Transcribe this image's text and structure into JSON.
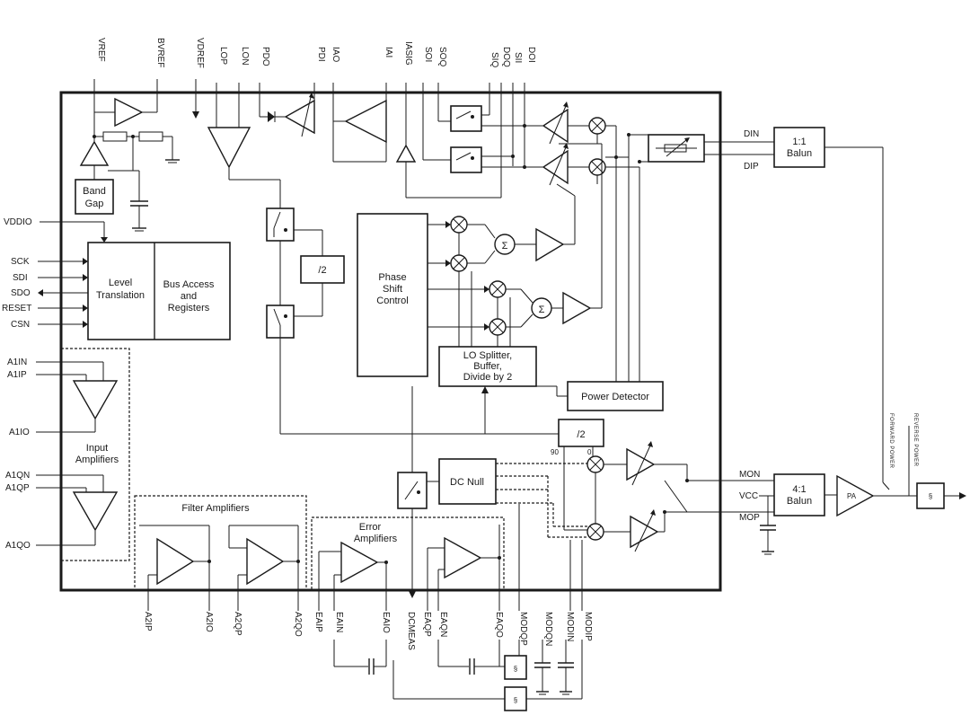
{
  "pins": {
    "top": [
      {
        "id": "vref",
        "label": "VREF"
      },
      {
        "id": "bvref",
        "label": "BVREF"
      },
      {
        "id": "vdref",
        "label": "VDREF"
      },
      {
        "id": "lop",
        "label": "LOP"
      },
      {
        "id": "lon",
        "label": "LON"
      },
      {
        "id": "pdo",
        "label": "PDO"
      },
      {
        "id": "pdi",
        "label": "PDI"
      },
      {
        "id": "iao",
        "label": "IAO"
      },
      {
        "id": "iai",
        "label": "IAI"
      },
      {
        "id": "iasig",
        "label": "IASIG"
      },
      {
        "id": "soi",
        "label": "SOI"
      },
      {
        "id": "soq",
        "label": "SOQ"
      },
      {
        "id": "siq",
        "label": "SIQ"
      },
      {
        "id": "doq",
        "label": "DOQ"
      },
      {
        "id": "sii",
        "label": "SII"
      },
      {
        "id": "doi",
        "label": "DOI"
      }
    ],
    "left": [
      {
        "id": "vddio",
        "label": "VDDIO"
      },
      {
        "id": "sck",
        "label": "SCK"
      },
      {
        "id": "sdi",
        "label": "SDI"
      },
      {
        "id": "sdo",
        "label": "SDO"
      },
      {
        "id": "reset",
        "label": "RESET"
      },
      {
        "id": "csn",
        "label": "CSN"
      },
      {
        "id": "a1in",
        "label": "A1IN"
      },
      {
        "id": "a1ip",
        "label": "A1IP"
      },
      {
        "id": "a1io",
        "label": "A1IO"
      },
      {
        "id": "a1qn",
        "label": "A1QN"
      },
      {
        "id": "a1qp",
        "label": "A1QP"
      },
      {
        "id": "a1qo",
        "label": "A1QO"
      }
    ],
    "bottom": [
      {
        "id": "a2ip",
        "label": "A2IP"
      },
      {
        "id": "a2io",
        "label": "A2IO"
      },
      {
        "id": "a2qp",
        "label": "A2QP"
      },
      {
        "id": "a2qo",
        "label": "A2QO"
      },
      {
        "id": "eaip",
        "label": "EAIP"
      },
      {
        "id": "eain",
        "label": "EAIN"
      },
      {
        "id": "eaio",
        "label": "EAIO"
      },
      {
        "id": "dcmeas",
        "label": "DCMEAS"
      },
      {
        "id": "eaqp",
        "label": "EAQP"
      },
      {
        "id": "eaqn",
        "label": "EAQN"
      },
      {
        "id": "eaqo",
        "label": "EAQO"
      },
      {
        "id": "modqp",
        "label": "MODQP"
      },
      {
        "id": "modqn",
        "label": "MODQN"
      },
      {
        "id": "modin",
        "label": "MODIN"
      },
      {
        "id": "modip",
        "label": "MODIP"
      }
    ],
    "right": [
      {
        "id": "din",
        "label": "DIN"
      },
      {
        "id": "dip",
        "label": "DIP"
      },
      {
        "id": "mon",
        "label": "MON"
      },
      {
        "id": "vcc",
        "label": "VCC"
      },
      {
        "id": "mop",
        "label": "MOP"
      }
    ]
  },
  "blocks": {
    "band_gap": [
      "Band",
      "Gap"
    ],
    "level_translation": [
      "Level",
      "Translation"
    ],
    "bus_access": [
      "Bus Access",
      "and",
      "Registers"
    ],
    "phase_shift": [
      "Phase",
      "Shift",
      "Control"
    ],
    "lo_splitter": [
      "LO Splitter,",
      "Buffer,",
      "Divide by 2"
    ],
    "power_detector": "Power Detector",
    "dc_null": "DC Null",
    "div2_lo": "/2",
    "div2_mod": "/2",
    "balun_top": [
      "1:1",
      "Balun"
    ],
    "balun_bottom": [
      "4:1",
      "Balun"
    ],
    "pa": "PA",
    "sigma": "Σ"
  },
  "groups": {
    "input_amplifiers": [
      "Input",
      "Amplifiers"
    ],
    "filter_amplifiers": "Filter Amplifiers",
    "error_amplifiers": [
      "Error",
      "Amplifiers"
    ]
  },
  "annotations": {
    "phase_90": "90",
    "phase_0": "0",
    "forward_power": "FORWARD POWER",
    "reverse_power": "REVERSE POWER"
  }
}
